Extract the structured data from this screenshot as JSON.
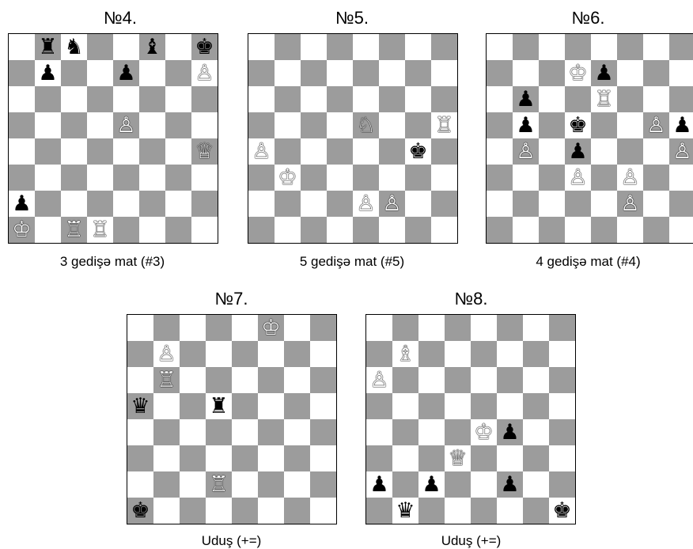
{
  "pieces": {
    "K": "♔",
    "Q": "♕",
    "R": "♖",
    "B": "♗",
    "N": "♘",
    "P": "♙",
    "k": "♚",
    "q": "♛",
    "r": "♜",
    "b": "♝",
    "n": "♞",
    "p": "♟"
  },
  "piece_names": {
    "K": "white-king",
    "Q": "white-queen",
    "R": "white-rook",
    "B": "white-bishop",
    "N": "white-knight",
    "P": "white-pawn",
    "k": "black-king",
    "q": "black-queen",
    "r": "black-rook",
    "b": "black-bishop",
    "n": "black-knight",
    "p": "black-pawn"
  },
  "colors": {
    "light_square": "#ffffff",
    "dark_square": "#9c9c9c"
  },
  "puzzles": [
    {
      "id": "4",
      "title": "№4.",
      "caption": "3 gedişə mat (#3)",
      "rows": [
        ".rn..b.k",
        ".p..p..P",
        "........",
        "....P...",
        ".......Q",
        "........",
        "p.......",
        "K.RR...."
      ]
    },
    {
      "id": "5",
      "title": "№5.",
      "caption": "5 gedişə mat (#5)",
      "rows": [
        "........",
        "........",
        "........",
        "....N..R",
        "P.....k.",
        ".K......",
        "....PP..",
        "........"
      ]
    },
    {
      "id": "6",
      "title": "№6.",
      "caption": "4 gedişə mat (#4)",
      "rows": [
        "........",
        "...Kp...",
        ".p..R...",
        ".p.k..Pp",
        ".P.p...P",
        "...P.P..",
        ".....P..",
        "........"
      ]
    },
    {
      "id": "7",
      "title": "№7.",
      "caption": "Uduş (+=)",
      "rows": [
        ".....K..",
        ".P......",
        ".R......",
        "q..r....",
        "........",
        "........",
        "...R....",
        "k......."
      ]
    },
    {
      "id": "8",
      "title": "№8.",
      "caption": "Uduş (+=)",
      "rows": [
        "........",
        ".B......",
        "P.......",
        "........",
        "....Kp..",
        "...Q....",
        "p.p..p..",
        ".q.....k"
      ]
    }
  ]
}
